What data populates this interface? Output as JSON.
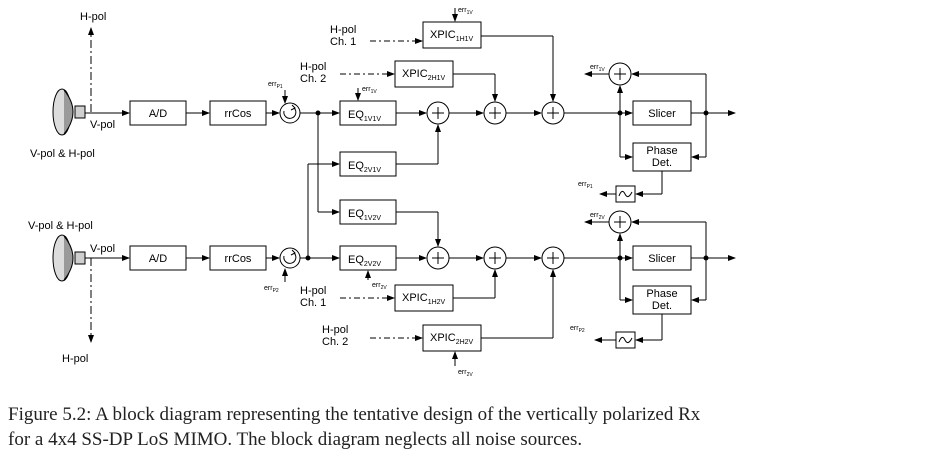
{
  "caption": {
    "line1": "Figure 5.2: A block diagram representing the tentative design of the vertically polarized Rx",
    "line2": "for a 4x4 SS-DP LoS MIMO. The block diagram neglects all noise sources."
  },
  "labels": {
    "hpol_top": "H-pol",
    "hpol_bottom": "H-pol",
    "vpol_top": "V-pol",
    "vpol_bottom": "V-pol",
    "vh_top": "V-pol & H-pol",
    "vh_bottom": "V-pol & H-pol",
    "ch_h_top1": "H-pol",
    "ch_h_top1b": "Ch. 1",
    "ch_h_top2": "H-pol",
    "ch_h_top2b": "Ch. 2",
    "ch_h_bot1": "H-pol",
    "ch_h_bot1b": "Ch. 1",
    "ch_h_bot2": "H-pol",
    "ch_h_bot2b": "Ch. 2"
  },
  "blocks": {
    "ad": "A/D",
    "rrcos": "rrCos",
    "slicer": "Slicer",
    "phase1": "Phase",
    "phase2": "Det."
  },
  "sub_labels": {
    "eq": "EQ",
    "xpic": "XPIC",
    "eq1v1v": "1V1V",
    "eq2v1v": "2V1V",
    "eq1v2v": "1V2V",
    "eq2v2v": "2V2V",
    "xpic1h1v": "1H1V",
    "xpic2h1v": "2H1V",
    "xpic1h2v": "1H2V",
    "xpic2h2v": "2H2V",
    "err": "err",
    "e1v": "1V",
    "e2v": "2V",
    "ep1": "P1",
    "ep2": "P2"
  },
  "icons": [
    "dish-antenna-icon",
    "rotator-icon",
    "adder-icon",
    "loop-filter-icon",
    "arrow-icon"
  ]
}
